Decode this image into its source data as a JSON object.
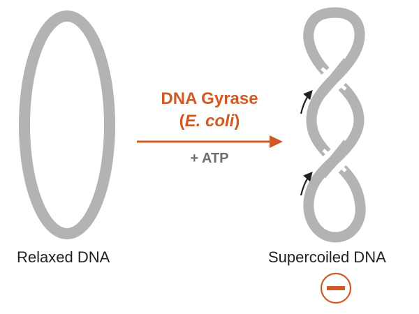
{
  "colors": {
    "dna_strand": "#b1b3b5",
    "enzyme_text": "#d05a24",
    "arrow": "#d05a24",
    "cofactor_text": "#6d6e71",
    "label_text": "#231f20",
    "rotation_arrow": "#231f20",
    "negative_sign": "#d05a24"
  },
  "left": {
    "label": "Relaxed DNA",
    "shape": "relaxed-circular-dna"
  },
  "reaction": {
    "enzyme": "DNA Gyrase",
    "paren_open": "(",
    "organism": "E. coli",
    "paren_close": ")",
    "cofactor": "+ ATP",
    "arrow": "right-arrow"
  },
  "right": {
    "label": "Supercoiled DNA",
    "shape": "negatively-supercoiled-dna",
    "rotation_arrows": 2,
    "charge_symbol": "minus-in-circle"
  }
}
